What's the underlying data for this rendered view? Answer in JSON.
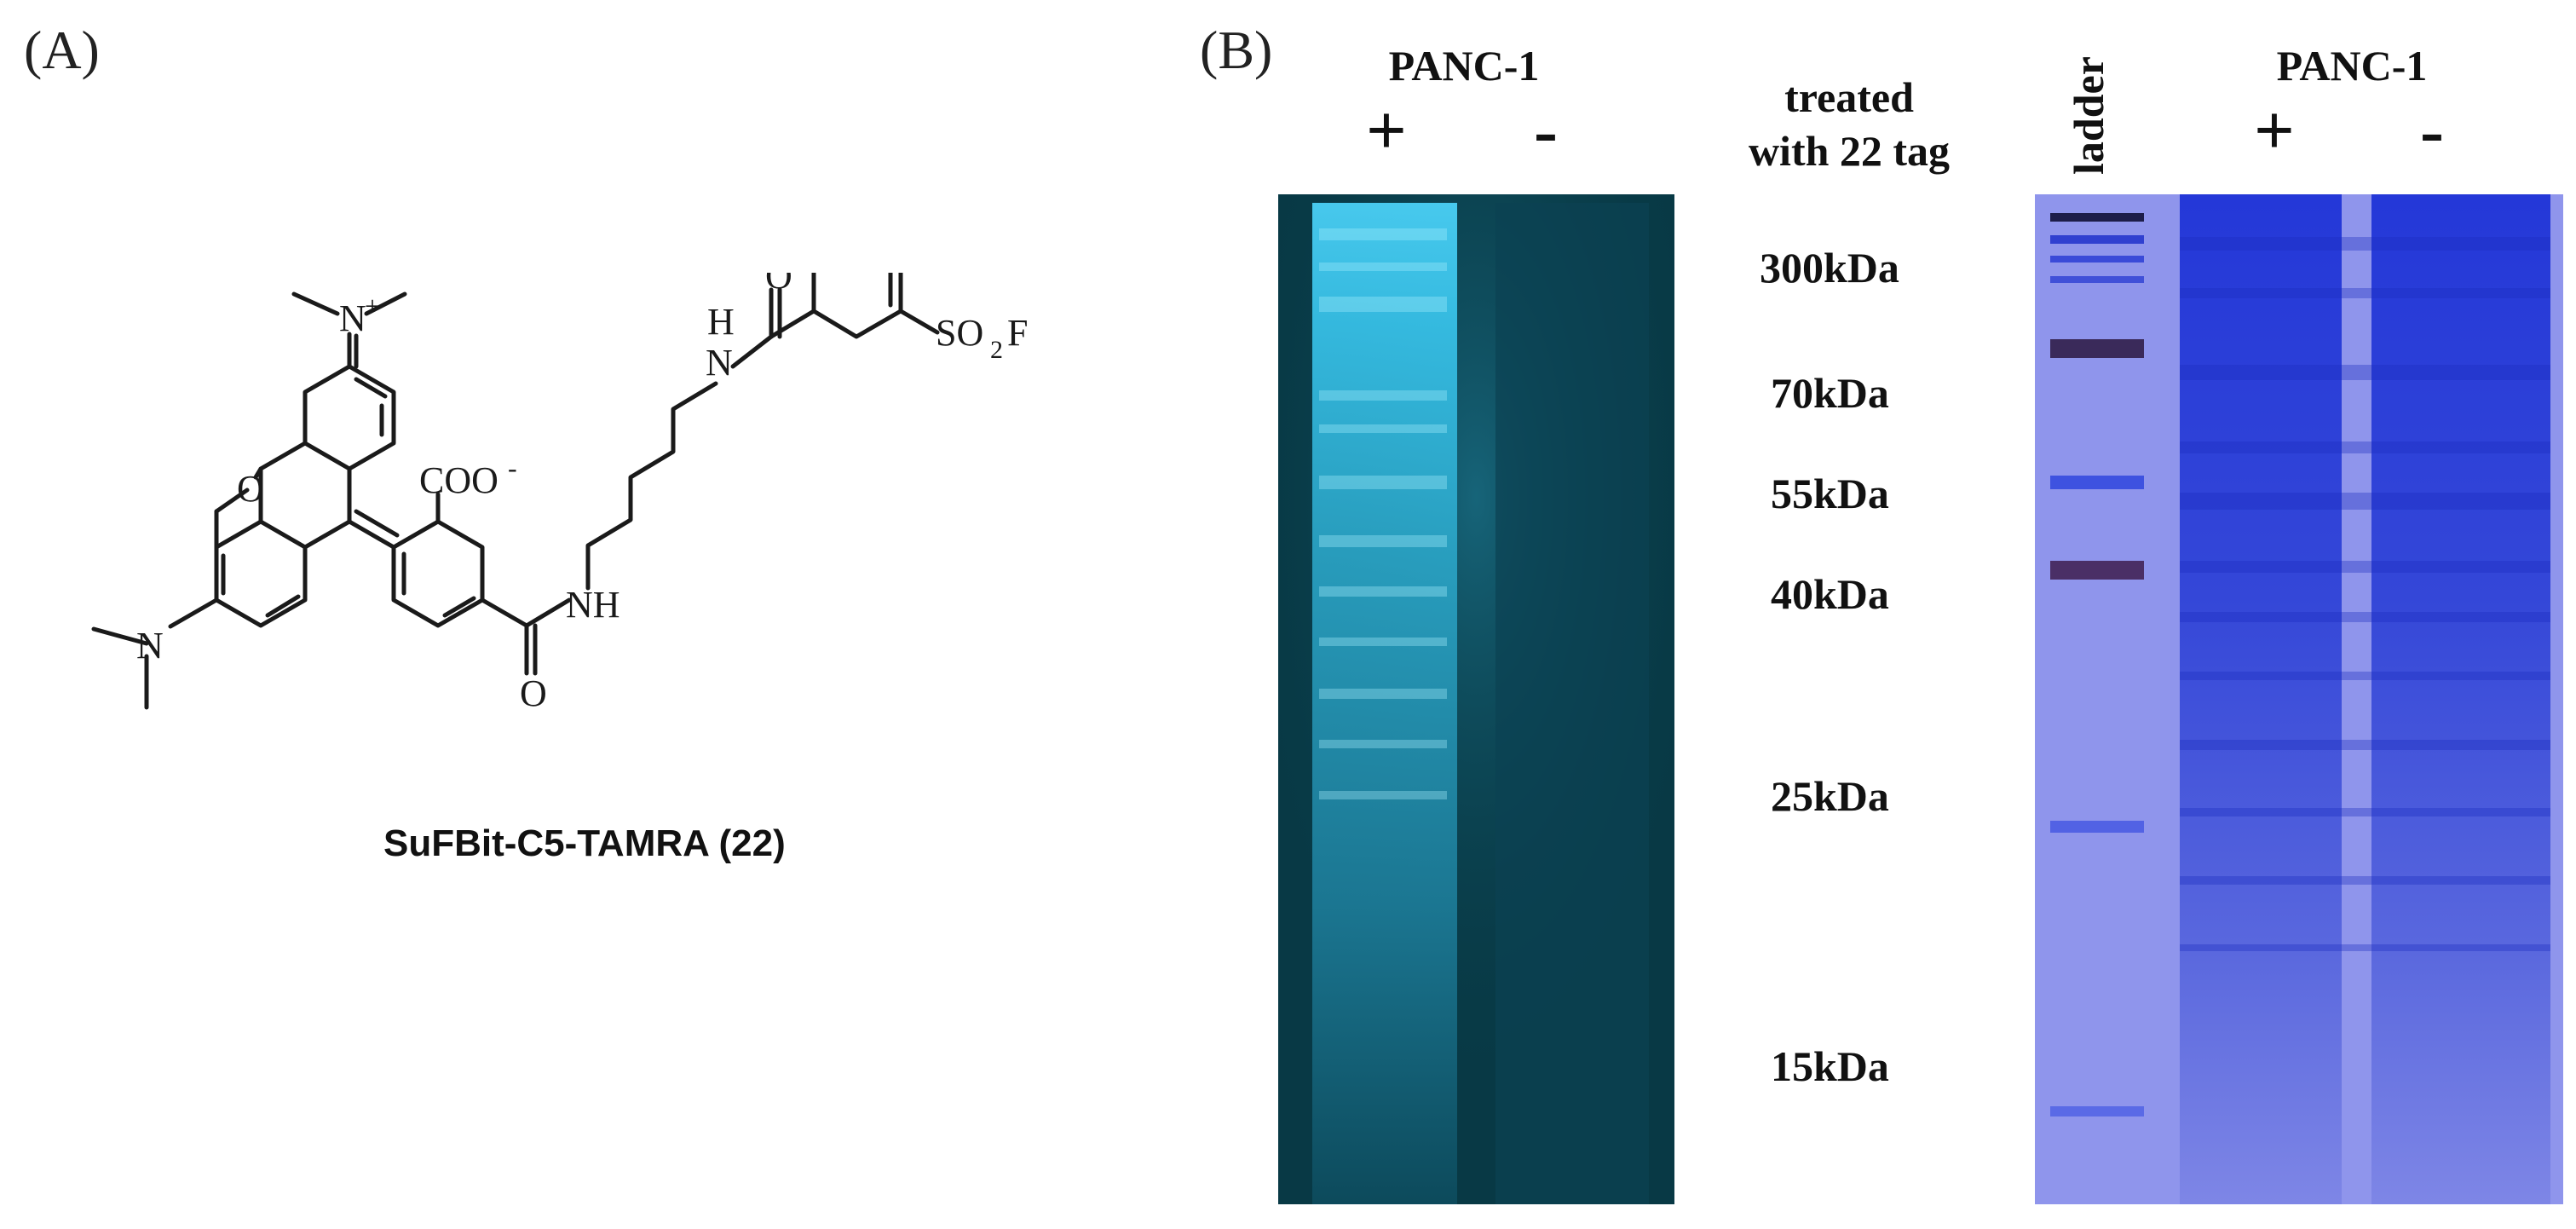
{
  "panel_a": {
    "label": "(A)",
    "caption": "SuFBit-C5-TAMRA (22)",
    "atoms": {
      "n_top": "N",
      "plus": "+",
      "o_ring": "O",
      "n_left": "N",
      "coo": "COO",
      "minus": "-",
      "nh_lower": "NH",
      "o_amide1": "O",
      "h_upper": "H",
      "n_upper": "N",
      "o_amide2": "O",
      "so": "SO",
      "so_sub": "2",
      "f": "F"
    }
  },
  "panel_b": {
    "label": "(B)",
    "fluor_gel": {
      "title": "PANC-1",
      "lanes": [
        "+",
        "-"
      ]
    },
    "treatment_label": [
      "treated",
      "with 22 tag"
    ],
    "mw_markers": [
      "300kDa",
      "70kDa",
      "55kDa",
      "40kDa",
      "25kDa",
      "15kDa"
    ],
    "stain_gel": {
      "ladder_label": "ladder",
      "title": "PANC-1",
      "lanes": [
        "+",
        "-"
      ]
    },
    "colors": {
      "fluor_bg": "#083945",
      "fluor_signal": "#3fd0f0",
      "stain_bg": "#8f95ec",
      "stain_band": "#2a3cd0",
      "ladder_dark": "#3a2a5a"
    }
  }
}
